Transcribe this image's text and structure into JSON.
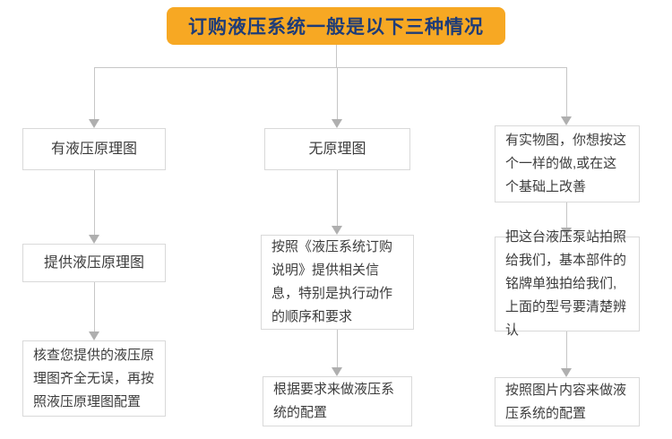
{
  "header": {
    "title": "订购液压系统一般是以下三种情况"
  },
  "colors": {
    "header_bg": "#F7A823",
    "header_text": "#1E3C78",
    "box_border": "#D9D9D9",
    "box_text": "#3C3C3C",
    "connector": "#C6C6C6"
  },
  "columns": [
    {
      "name": "has-schematic",
      "steps": [
        "有液压原理图",
        "提供液压原理图",
        "核查您提供的液压原理图齐全无误，再按照液压原理图配置"
      ]
    },
    {
      "name": "no-schematic",
      "steps": [
        "无原理图",
        "按照《液压系统订购说明》提供相关信息，特别是执行动作的顺序和要求",
        "根据要求来做液压系统的配置"
      ]
    },
    {
      "name": "has-photo",
      "steps": [
        "有实物图，你想按这个一样的做,或在这个基础上改善",
        "把这台液压泵站拍照给我们，基本部件的铭牌单独拍给我们,上面的型号要清楚辨认",
        "按照图片内容来做液压系统的配置"
      ]
    }
  ]
}
